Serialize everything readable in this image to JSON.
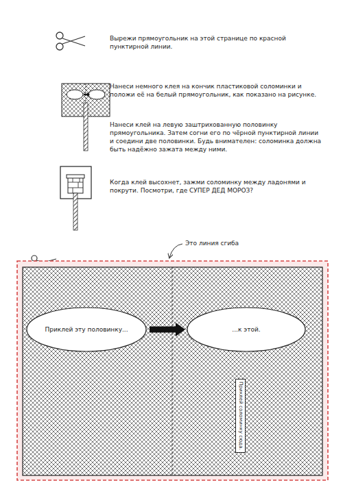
{
  "diagram": {
    "nodes": [
      {
        "text": [
          "Приклей эту половинку..."
        ]
      },
      {
        "text": [
          "...к этой."
        ]
      },
      {
        "text": [
          "Приклей соломинку сюда."
        ]
      }
    ],
    "edges": [
      {
        "from": 0,
        "to": 1,
        "arrow": "to"
      }
    ],
    "labels": [
      "Вырежи прямоугольник на этой странице по красной пунктирной линии.",
      "Нанеси немного клея на кончик пластиковой соломинки и положи её на белый прямоугольник, как показано на рисунке.",
      "Нанеси клей на левую заштрихованную половинку прямоугольника. Затем согни его по чёрной пунктирной линии и соедини две половинки. Будь внимателен: соломинка должна быть надёжно зажата между ними.",
      "Когда клей высохнет, зажми соломинку между ладонями и покрути. Посмотри, где СУПЕР ДЕД МОРОЗ?",
      "Это линия сгиба"
    ]
  }
}
